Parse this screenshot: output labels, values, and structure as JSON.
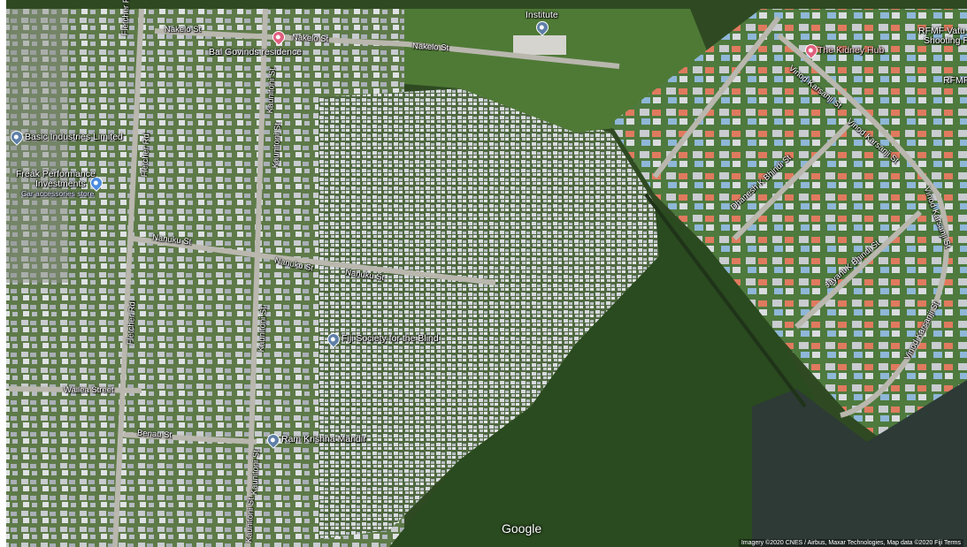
{
  "map": {
    "attribution": "Imagery ©2020 CNES / Airbus, Maxar Technologies, Map data ©2020   Fiji   Terms",
    "logo": "Google",
    "streets": [
      {
        "id": "nakelo-st-1",
        "text": "Nakelo St"
      },
      {
        "id": "nakelo-st-2",
        "text": "Nakelo St"
      },
      {
        "id": "nakelo-st-3",
        "text": "Nakelo St"
      },
      {
        "id": "fletcher-rd-top",
        "text": "Fletcher Rd"
      },
      {
        "id": "fletcher-rd-mid",
        "text": "Fletcher Rd"
      },
      {
        "id": "fletcher-rd-bottom",
        "text": "Fletcher Rd"
      },
      {
        "id": "kaunitoni-st-1",
        "text": "Kaunitoni St"
      },
      {
        "id": "kaunitoni-st-2",
        "text": "Kaunitoni St"
      },
      {
        "id": "kaunitoni-st-3",
        "text": "Kaunitoni St"
      },
      {
        "id": "kaunitoni-st-4",
        "text": "Kaunitoni St"
      },
      {
        "id": "kaunitoni-st-5",
        "text": "Kaunitoni St"
      },
      {
        "id": "nanuku-st-1",
        "text": "Nanuku St"
      },
      {
        "id": "nanuku-st-2",
        "text": "Nanuku St"
      },
      {
        "id": "nanuku-st-3",
        "text": "Nanuku St"
      },
      {
        "id": "wailea-street",
        "text": "Wailea Street"
      },
      {
        "id": "benau-st",
        "text": "Benau St"
      },
      {
        "id": "vinod-karsanji-st-1",
        "text": "Vinod Karsanji St"
      },
      {
        "id": "vinod-karsanji-st-2",
        "text": "Vinod Karsanji St"
      },
      {
        "id": "vinod-karsanji-st-3",
        "text": "Vinod Karsanji St"
      },
      {
        "id": "vinod-karsanji-st-4",
        "text": "Vinod Karsanji St"
      },
      {
        "id": "dhanesh-k-bhindi-st",
        "text": "Dhanesh K Bhindi St"
      },
      {
        "id": "jayant-k-bhindi-st",
        "text": "Jayant K Bhindi St"
      }
    ],
    "pois": [
      {
        "id": "institute",
        "text": "Institute",
        "pin": "blue"
      },
      {
        "id": "bal-govinds-residence",
        "text": "Bal Govinds residence",
        "pin": "red"
      },
      {
        "id": "basic-industries-limited",
        "text": "Basic Industries Limited",
        "pin": "blue"
      },
      {
        "id": "freak-performance",
        "text": "Freak Performance",
        "pin": "shop"
      },
      {
        "id": "freak-performance-2",
        "text": "Investments"
      },
      {
        "id": "car-accessories",
        "text": "Car accessories store"
      },
      {
        "id": "fiji-society-blind",
        "text": "Fiji Society for the Blind",
        "pin": "blue"
      },
      {
        "id": "ram-krishna-mandir",
        "text": "Ram Krishna Mandir",
        "pin": "blue"
      },
      {
        "id": "kidney-hub",
        "text": "The Kidney Hub",
        "pin": "red"
      },
      {
        "id": "rfmf-1",
        "text": "RFMF Vatu"
      },
      {
        "id": "rfmf-2",
        "text": "Shooting R"
      },
      {
        "id": "rfmf-3",
        "text": "RFMF"
      }
    ]
  }
}
